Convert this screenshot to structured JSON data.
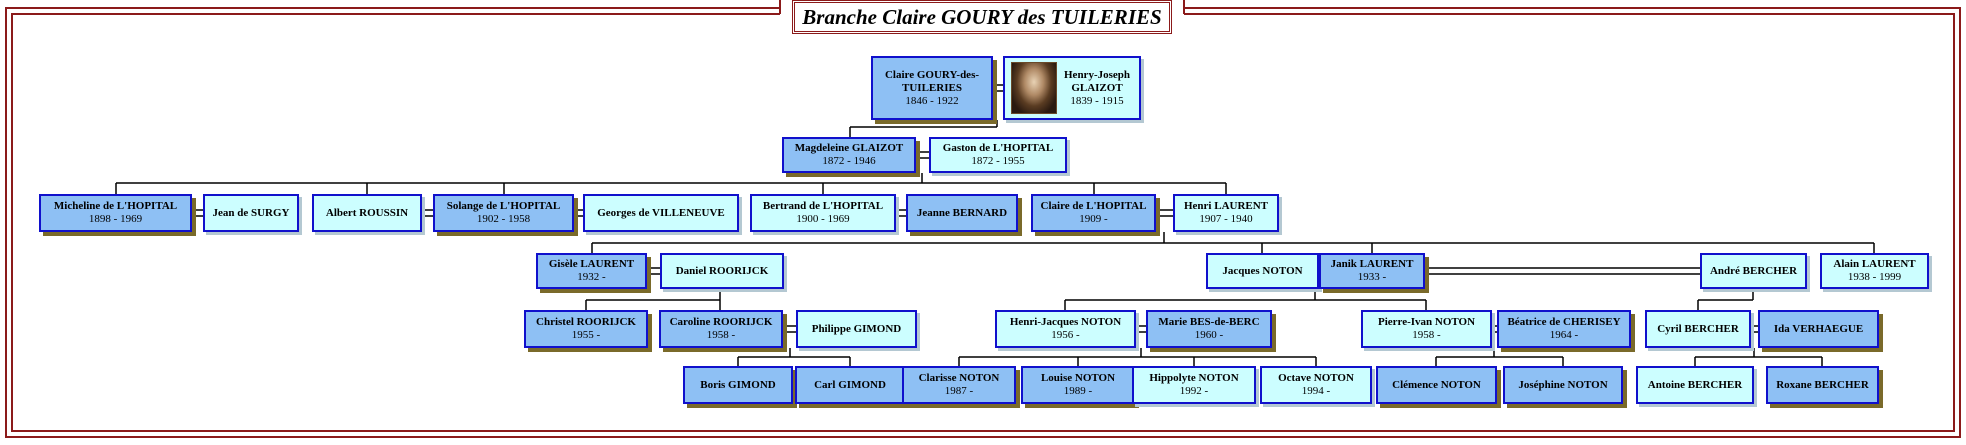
{
  "title": "Branche Claire GOURY des TUILERIES",
  "colors": {
    "frame": "#8b1a1a",
    "blue_box": "#8ec0f4",
    "cyan_box": "#ccfeff",
    "border": "#1010cc"
  },
  "persons": [
    {
      "id": "claire",
      "name": "Claire GOURY-des-TUILERIES",
      "dates": "1846 - 1922",
      "style": "blue"
    },
    {
      "id": "henryjoseph",
      "name": "Henry-Joseph GLAIZOT",
      "dates": "1839 - 1915",
      "style": "cyan",
      "photo": "portrait-photo"
    },
    {
      "id": "magdeleine",
      "name": "Magdeleine GLAIZOT",
      "dates": "1872 - 1946",
      "style": "blue"
    },
    {
      "id": "gaston",
      "name": "Gaston de L'HOPITAL",
      "dates": "1872 - 1955",
      "style": "cyan"
    },
    {
      "id": "micheline",
      "name": "Micheline de L'HOPITAL",
      "dates": "1898 - 1969",
      "style": "blue"
    },
    {
      "id": "jeansurgy",
      "name": "Jean de SURGY",
      "dates": "",
      "style": "cyan"
    },
    {
      "id": "albert",
      "name": "Albert ROUSSIN",
      "dates": "",
      "style": "cyan"
    },
    {
      "id": "solange",
      "name": "Solange de L'HOPITAL",
      "dates": "1902 - 1958",
      "style": "blue"
    },
    {
      "id": "georges",
      "name": "Georges de VILLENEUVE",
      "dates": "",
      "style": "cyan"
    },
    {
      "id": "bertrand",
      "name": "Bertrand de L'HOPITAL",
      "dates": "1900 - 1969",
      "style": "cyan"
    },
    {
      "id": "jeanne",
      "name": "Jeanne BERNARD",
      "dates": "",
      "style": "blue"
    },
    {
      "id": "claire2",
      "name": "Claire de L'HOPITAL",
      "dates": "1909 -",
      "style": "blue"
    },
    {
      "id": "henrilaurent",
      "name": "Henri LAURENT",
      "dates": "1907 - 1940",
      "style": "cyan"
    },
    {
      "id": "gisele",
      "name": "Gisèle LAURENT",
      "dates": "1932 -",
      "style": "blue"
    },
    {
      "id": "daniel",
      "name": "Daniel ROORIJCK",
      "dates": "",
      "style": "cyan"
    },
    {
      "id": "jacques",
      "name": "Jacques NOTON",
      "dates": "",
      "style": "cyan"
    },
    {
      "id": "janik",
      "name": "Janik LAURENT",
      "dates": "1933 -",
      "style": "blue"
    },
    {
      "id": "andre",
      "name": "André BERCHER",
      "dates": "",
      "style": "cyan"
    },
    {
      "id": "alain",
      "name": "Alain LAURENT",
      "dates": "1938 - 1999",
      "style": "cyan"
    },
    {
      "id": "christel",
      "name": "Christel ROORIJCK",
      "dates": "1955 -",
      "style": "blue"
    },
    {
      "id": "caroline",
      "name": "Caroline ROORIJCK",
      "dates": "1958 -",
      "style": "blue"
    },
    {
      "id": "philippe",
      "name": "Philippe GIMOND",
      "dates": "",
      "style": "cyan"
    },
    {
      "id": "henrijacques",
      "name": "Henri-Jacques NOTON",
      "dates": "1956 -",
      "style": "cyan"
    },
    {
      "id": "marie",
      "name": "Marie BES-de-BERC",
      "dates": "1960 -",
      "style": "blue"
    },
    {
      "id": "pierreivan",
      "name": "Pierre-Ivan NOTON",
      "dates": "1958 -",
      "style": "cyan"
    },
    {
      "id": "beatrice",
      "name": "Béatrice de CHERISEY",
      "dates": "1964 -",
      "style": "blue"
    },
    {
      "id": "cyril",
      "name": "Cyril BERCHER",
      "dates": "",
      "style": "cyan"
    },
    {
      "id": "ida",
      "name": "Ida VERHAEGUE",
      "dates": "",
      "style": "blue"
    },
    {
      "id": "boris",
      "name": "Boris GIMOND",
      "dates": "",
      "style": "blue"
    },
    {
      "id": "carl",
      "name": "Carl GIMOND",
      "dates": "",
      "style": "blue"
    },
    {
      "id": "clarisse",
      "name": "Clarisse NOTON",
      "dates": "1987 -",
      "style": "blue"
    },
    {
      "id": "louise",
      "name": "Louise NOTON",
      "dates": "1989 -",
      "style": "blue"
    },
    {
      "id": "hippolyte",
      "name": "Hippolyte NOTON",
      "dates": "1992 -",
      "style": "cyan"
    },
    {
      "id": "octave",
      "name": "Octave NOTON",
      "dates": "1994 -",
      "style": "cyan"
    },
    {
      "id": "clemence",
      "name": "Clémence NOTON",
      "dates": "",
      "style": "blue"
    },
    {
      "id": "josephine",
      "name": "Joséphine NOTON",
      "dates": "",
      "style": "blue"
    },
    {
      "id": "antoine",
      "name": "Antoine BERCHER",
      "dates": "",
      "style": "cyan"
    },
    {
      "id": "roxane",
      "name": "Roxane BERCHER",
      "dates": "",
      "style": "blue"
    }
  ]
}
